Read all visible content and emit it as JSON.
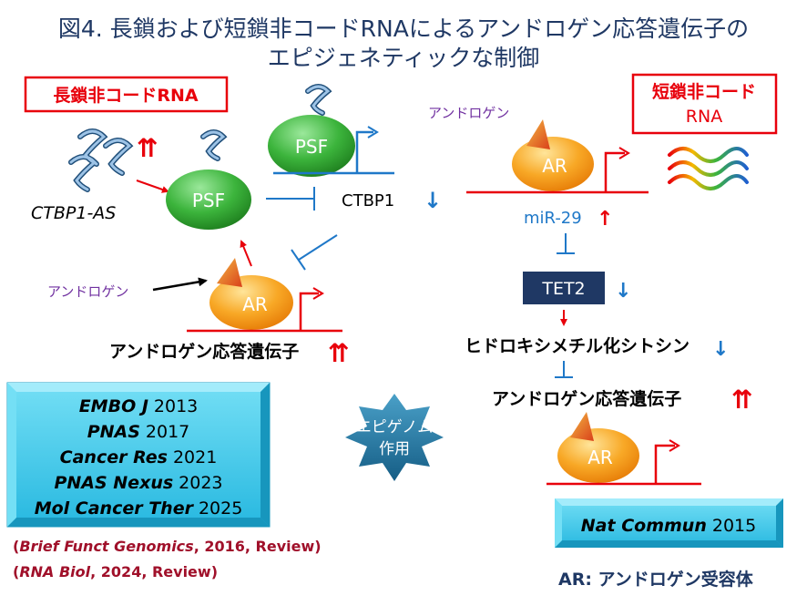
{
  "title": {
    "line1": "図4. 長鎖および短鎖非コードRNAによるアンドロゲン応答遺伝子の",
    "line2": "エピジェネティックな制御"
  },
  "left_panel": {
    "header": "長鎖非コードRNA",
    "lncrna_name": "CTBP1-AS",
    "up_arrow": "⇈",
    "psf_label": "PSF",
    "ctbp1_label": "CTBP1",
    "down_arrow": "↓",
    "androgen_label": "アンドロゲン",
    "ar_label": "AR",
    "response_genes": "アンドロゲン応答遺伝子",
    "response_up": "⇈"
  },
  "right_panel": {
    "header_line1": "短鎖非コード",
    "header_line2": "RNA",
    "androgen_label": "アンドロゲン",
    "ar_label": "AR",
    "mir_label": "miR-29",
    "mir_up": "↑",
    "tet2_label": "TET2",
    "tet2_down": "↓",
    "hmc_label": "ヒドロキシメチル化シトシン",
    "hmc_down": "↓",
    "response_genes": "アンドロゲン応答遺伝子",
    "response_up": "⇈",
    "ar2_label": "AR"
  },
  "references": {
    "items": [
      {
        "journal": "EMBO J",
        "year": "2013"
      },
      {
        "journal": "PNAS",
        "year": "2017"
      },
      {
        "journal": "Cancer Res",
        "year": "2021"
      },
      {
        "journal": "PNAS Nexus",
        "year": "2023"
      },
      {
        "journal": "Mol Cancer Ther",
        "year": "2025"
      }
    ],
    "reviews": [
      {
        "pre": "(",
        "journal": "Brief Funct Genomics",
        "rest": ", 2016, Review)"
      },
      {
        "pre": "(",
        "journal": "RNA Biol",
        "rest": ", 2024, Review)"
      }
    ],
    "nat": {
      "journal": "Nat Commun",
      "year": "2015"
    }
  },
  "epigenome": {
    "line1": "エピゲノム",
    "line2": "作用"
  },
  "legend": {
    "text": "AR: アンドロゲン受容体"
  },
  "colors": {
    "red": "#e8000b",
    "blue": "#1f78c8",
    "purple": "#7030a0",
    "navy": "#1f3864",
    "green": "#3cb43c",
    "orange": "#f6a623",
    "cyan": "#3ec8ea",
    "teal": "#2f8fb6",
    "darkred": "#a0102a"
  }
}
